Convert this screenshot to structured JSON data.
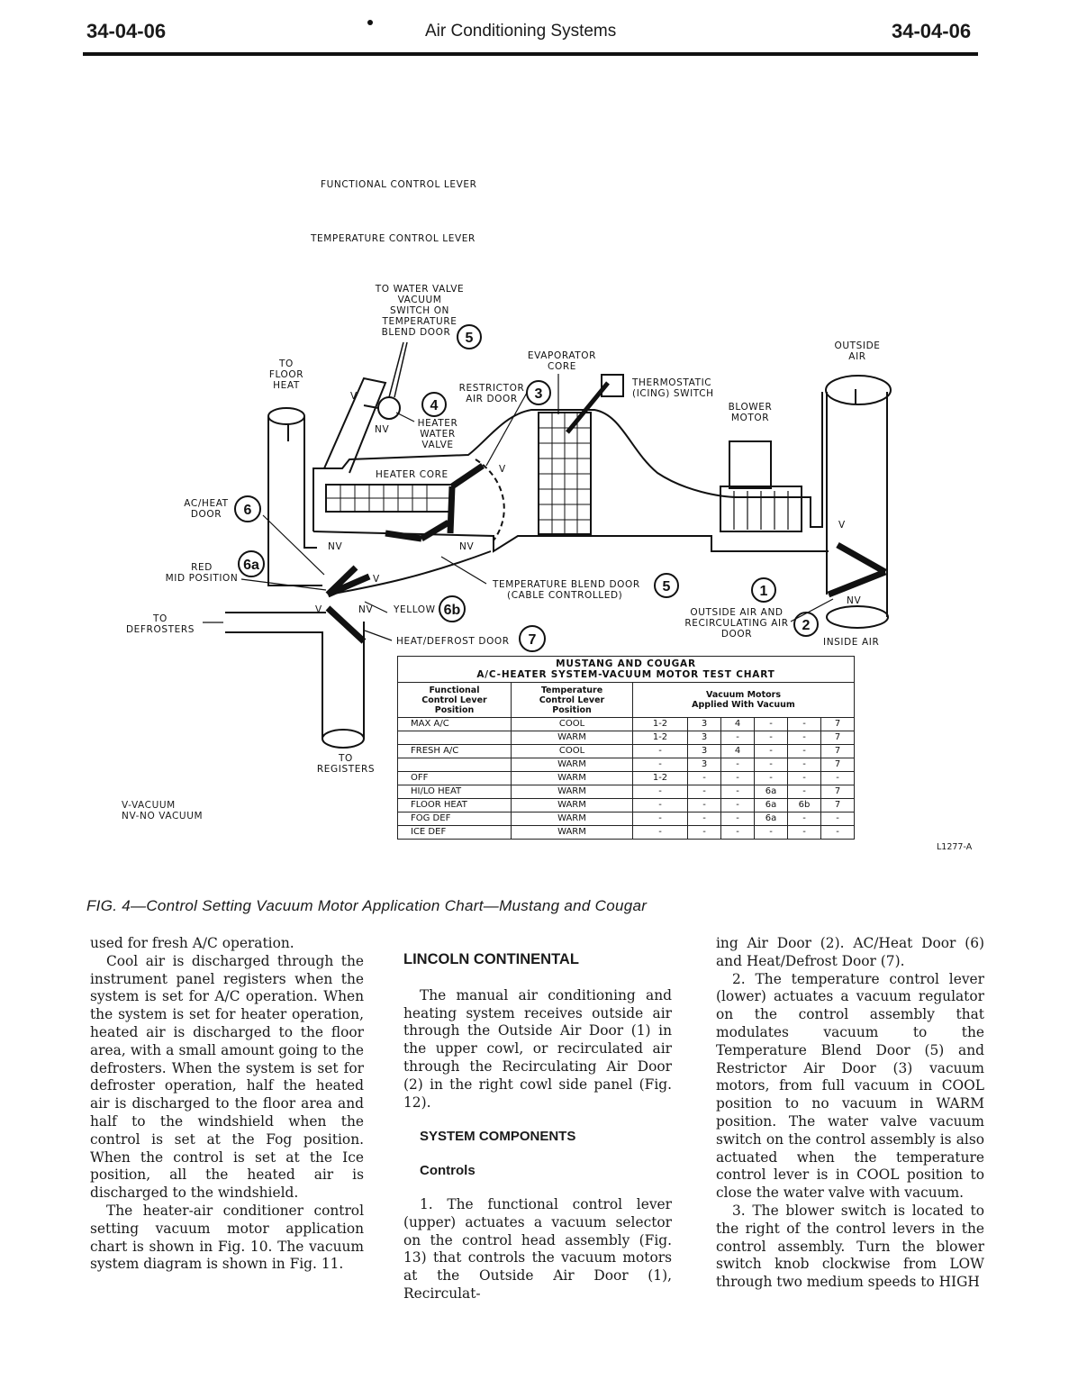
{
  "header": {
    "left": "34-04-06",
    "center": "Air Conditioning Systems",
    "right": "34-04-06"
  },
  "diagram": {
    "functional_lever": "FUNCTIONAL CONTROL LEVER",
    "temperature_lever": "TEMPERATURE CONTROL LEVER",
    "water_valve_switch": [
      "TO WATER VALVE",
      "VACUUM",
      "SWITCH ON",
      "TEMPERATURE",
      "BLEND DOOR"
    ],
    "num5": "5",
    "to_floor_heat": [
      "TO",
      "FLOOR",
      "HEAT"
    ],
    "evaporator_core": [
      "EVAPORATOR",
      "CORE"
    ],
    "restrictor_air_door": [
      "RESTRICTOR",
      "AIR DOOR"
    ],
    "num3": "3",
    "thermostatic_switch": [
      "THERMOSTATIC",
      "(ICING) SWITCH"
    ],
    "outside_air_top": [
      "OUTSIDE",
      "AIR"
    ],
    "blower_motor": [
      "BLOWER",
      "MOTOR"
    ],
    "num4": "4",
    "heater_water_valve": [
      "HEATER",
      "WATER",
      "VALVE"
    ],
    "heater_core": "HEATER CORE",
    "ac_heat_door": [
      "AC/HEAT",
      "DOOR"
    ],
    "num6": "6",
    "red_mid_position": [
      "RED",
      "MID POSITION"
    ],
    "num6a": "6a",
    "temp_blend_door": [
      "TEMPERATURE BLEND DOOR",
      "(CABLE CONTROLLED)"
    ],
    "num5b": "5",
    "num1": "1",
    "to_defrosters": [
      "TO",
      "DEFROSTERS"
    ],
    "yellow": "YELLOW",
    "num6b": "6b",
    "outside_recirc_door": [
      "OUTSIDE AIR AND",
      "RECIRCULATING AIR",
      "DOOR"
    ],
    "num2": "2",
    "heat_defrost_door": "HEAT/DEFROST DOOR",
    "num7": "7",
    "inside_air": "INSIDE AIR",
    "to_registers": [
      "TO",
      "REGISTERS"
    ],
    "v": "V",
    "nv": "NV",
    "legend": [
      "V-VACUUM",
      "NV-NO VACUUM"
    ],
    "fig_id": "L1277-A"
  },
  "chart": {
    "title1": "MUSTANG AND COUGAR",
    "title2": "A/C-HEATER SYSTEM-VACUUM MOTOR TEST CHART",
    "col1": [
      "Functional",
      "Control Lever",
      "Position"
    ],
    "col2": [
      "Temperature",
      "Control Lever",
      "Position"
    ],
    "col3": [
      "Vacuum Motors",
      "Applied With Vacuum"
    ],
    "rows": [
      {
        "f": "MAX A/C",
        "t": "COOL",
        "m": [
          "1-2",
          "3",
          "4",
          "-",
          "-",
          "7"
        ]
      },
      {
        "f": "",
        "t": "WARM",
        "m": [
          "1-2",
          "3",
          "-",
          "-",
          "-",
          "7"
        ]
      },
      {
        "f": "FRESH A/C",
        "t": "COOL",
        "m": [
          "-",
          "3",
          "4",
          "-",
          "-",
          "7"
        ]
      },
      {
        "f": "",
        "t": "WARM",
        "m": [
          "-",
          "3",
          "-",
          "-",
          "-",
          "7"
        ]
      },
      {
        "f": "OFF",
        "t": "WARM",
        "m": [
          "1-2",
          "-",
          "-",
          "-",
          "-",
          "-"
        ]
      },
      {
        "f": "HI/LO HEAT",
        "t": "WARM",
        "m": [
          "-",
          "-",
          "-",
          "6a",
          "-",
          "7"
        ]
      },
      {
        "f": "FLOOR HEAT",
        "t": "WARM",
        "m": [
          "-",
          "-",
          "-",
          "6a",
          "6b",
          "7"
        ]
      },
      {
        "f": "FOG DEF",
        "t": "WARM",
        "m": [
          "-",
          "-",
          "-",
          "6a",
          "-",
          "-"
        ]
      },
      {
        "f": "ICE DEF",
        "t": "WARM",
        "m": [
          "-",
          "-",
          "-",
          "-",
          "-",
          "-"
        ]
      }
    ]
  },
  "caption": "FIG. 4—Control Setting Vacuum Motor Application Chart—Mustang and Cougar",
  "col1": {
    "p0": "used for fresh A/C operation.",
    "p1": "Cool air is discharged through the instrument panel registers when the system is set for A/C operation. When the system is set for heater operation, heated air is discharged to the floor area, with a small amount going to the defrosters. When the system is set for defroster operation, half the heated air is discharged to the floor area and half to the windshield when the control is set at the Fog position. When the control is set at the Ice position, all the heated air is discharged to the windshield.",
    "p2": "The heater-air conditioner control setting vacuum motor application chart is shown in Fig. 10. The vacuum system diagram is shown in Fig. 11."
  },
  "col2": {
    "h_lincoln": "LINCOLN CONTINENTAL",
    "p1": "The manual air conditioning and heating system receives outside air through the Outside Air Door (1) in the upper cowl, or recirculated air through the Recirculating Air Door (2) in the right cowl side panel (Fig. 12).",
    "h_components": "SYSTEM COMPONENTS",
    "h_controls": "Controls",
    "p2": "1. The functional control lever (upper) actuates a vacuum selector on the control head assembly (Fig. 13) that controls the vacuum motors at the Outside Air Door (1), Recirculat-"
  },
  "col3": {
    "p0": "ing Air Door (2). AC/Heat Door (6) and Heat/Defrost Door (7).",
    "p2": "2. The temperature control lever (lower) actuates a vacuum regulator on the control assembly that modulates vacuum to the Temperature Blend Door (5) and Restrictor Air Door (3) vacuum motors, from full vacuum in COOL position to no vacuum in WARM position. The water valve vacuum switch on the control assembly is also actuated when the temperature control lever is in COOL position to close the water valve with vacuum.",
    "p3": "3. The blower switch is located to the right of the control levers in the control assembly. Turn the blower switch knob clockwise from LOW through two medium speeds to HIGH"
  }
}
